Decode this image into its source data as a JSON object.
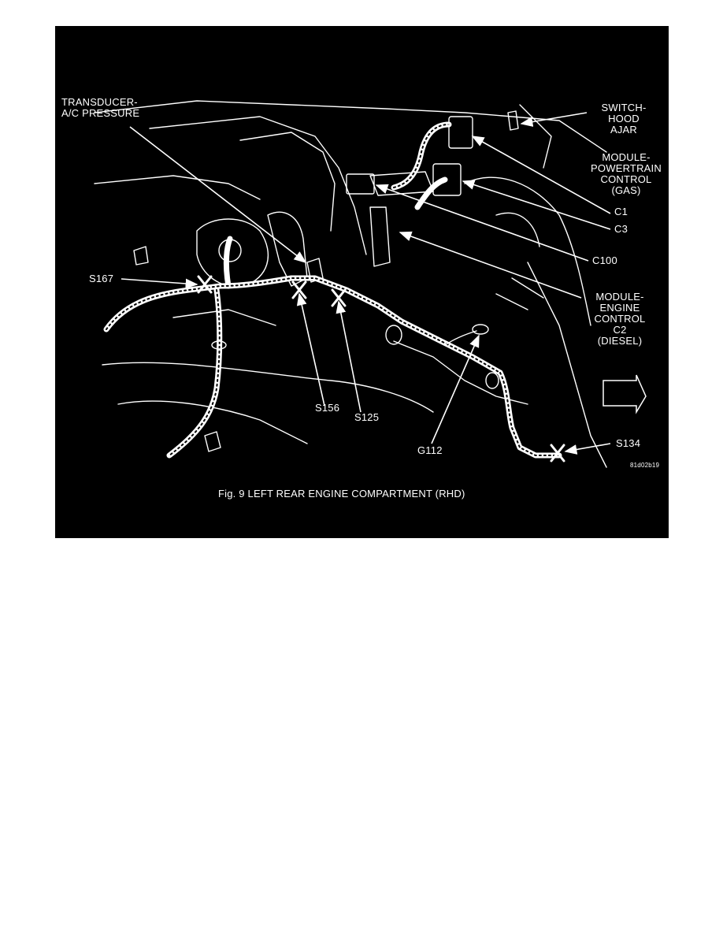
{
  "figure": {
    "caption": "Fig. 9   LEFT REAR ENGINE COMPARTMENT  (RHD)",
    "image_code": "81d02b19",
    "colors": {
      "background": "#000000",
      "ink": "#ffffff"
    },
    "direction_badge": "FWD",
    "labels": {
      "transducer_line1": "TRANSDUCER-",
      "transducer_line2": "A/C PRESSURE",
      "switch_line1": "SWITCH-",
      "switch_line2": "HOOD",
      "switch_line3": "AJAR",
      "pcm_line1": "MODULE-",
      "pcm_line2": "POWERTRAIN",
      "pcm_line3": "CONTROL",
      "pcm_line4": "(GAS)",
      "c1": "C1",
      "c3": "C3",
      "c100": "C100",
      "ecm_line1": "MODULE-",
      "ecm_line2": "ENGINE",
      "ecm_line3": "CONTROL",
      "ecm_line4": "C2",
      "ecm_line5": "(DIESEL)",
      "s167": "S167",
      "s156": "S156",
      "s125": "S125",
      "g112": "G112",
      "s134": "S134"
    }
  }
}
